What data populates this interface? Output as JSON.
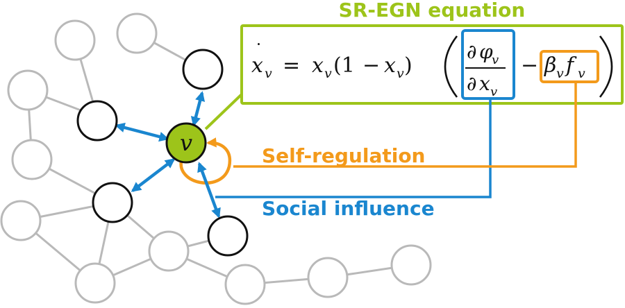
{
  "title": "SR-EGN equation",
  "labels": {
    "self_regulation": "Self-regulation",
    "social_influence": "Social influence"
  },
  "node_label": "v",
  "equation": {
    "lhs": "ẋ_v",
    "rhs": "x_v(1 − x_v)",
    "social_term": "∂φ_v / ∂x_v",
    "minus": "−",
    "self_term": "β_v f_v"
  },
  "colors": {
    "green": "#9dc41a",
    "blue": "#1a86cf",
    "orange": "#f39a1b",
    "gray": "#b9b9b9",
    "black": "#111111"
  }
}
